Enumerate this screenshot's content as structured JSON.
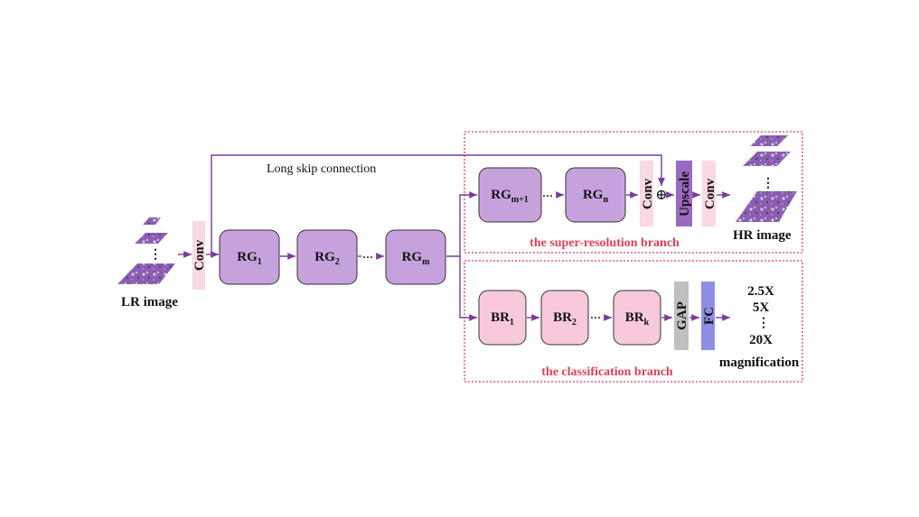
{
  "inputs": {
    "lr_label": "LR image",
    "hr_label": "HR image"
  },
  "layers": {
    "conv": "Conv",
    "upscale": "Upscale",
    "gap": "GAP",
    "fc": "FC"
  },
  "blocks": {
    "rg_main": [
      {
        "base": "RG",
        "sub": "1"
      },
      {
        "base": "RG",
        "sub": "2"
      },
      {
        "base": "RG",
        "sub": "m"
      }
    ],
    "rg_sr": [
      {
        "base": "RG",
        "sub": "m+1"
      },
      {
        "base": "RG",
        "sub": "n"
      }
    ],
    "br": [
      {
        "base": "BR",
        "sub": "1"
      },
      {
        "base": "BR",
        "sub": "2"
      },
      {
        "base": "BR",
        "sub": "k"
      }
    ]
  },
  "ellipsis": "···",
  "vertical_dots": "⋮",
  "skip_label": "Long skip connection",
  "plus_symbol": "⊕",
  "branches": {
    "sr": "the super-resolution branch",
    "cls": "the classification branch"
  },
  "magnifications": [
    "2.5X",
    "5X",
    "20X"
  ],
  "magnification_label": "magnification",
  "colors": {
    "rg_fill": "#c6a2dd",
    "br_fill": "#f8c8dc",
    "conv_fill": "#f9d9e2",
    "upscale_fill": "#9b69c2",
    "gap_fill": "#c0c0c0",
    "fc_fill": "#8e8ee6",
    "arrow": "#7a3b9a",
    "branch_text": "#e0405a",
    "tissue": "#8a5fb0"
  }
}
